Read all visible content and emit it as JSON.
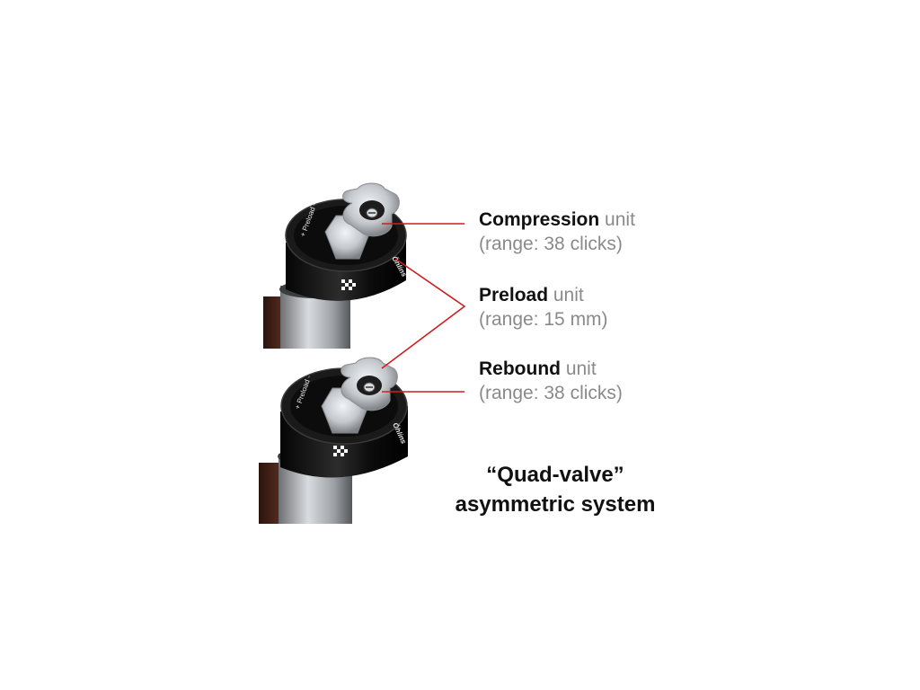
{
  "labels": {
    "compression": {
      "name": "Compression",
      "unit": "unit",
      "range": "(range: 38 clicks)"
    },
    "preload": {
      "name": "Preload",
      "unit": "unit",
      "range": "(range: 15 mm)"
    },
    "rebound": {
      "name": "Rebound",
      "unit": "unit",
      "range": "(range: 38 clicks)"
    }
  },
  "caption": {
    "line1": "“Quad-valve”",
    "line2": "asymmetric system"
  },
  "fork_markings": {
    "preload_engraving": "+ Preload -",
    "brand_engraving": "Öhlins"
  },
  "colors": {
    "leader_line": "#cc1f1f",
    "fork_body": "#141414",
    "adjuster_knob": "#c9cdd1",
    "lower_leg": "#3a1e16",
    "name_text": "#111111",
    "unit_text": "#8a8a8a"
  }
}
